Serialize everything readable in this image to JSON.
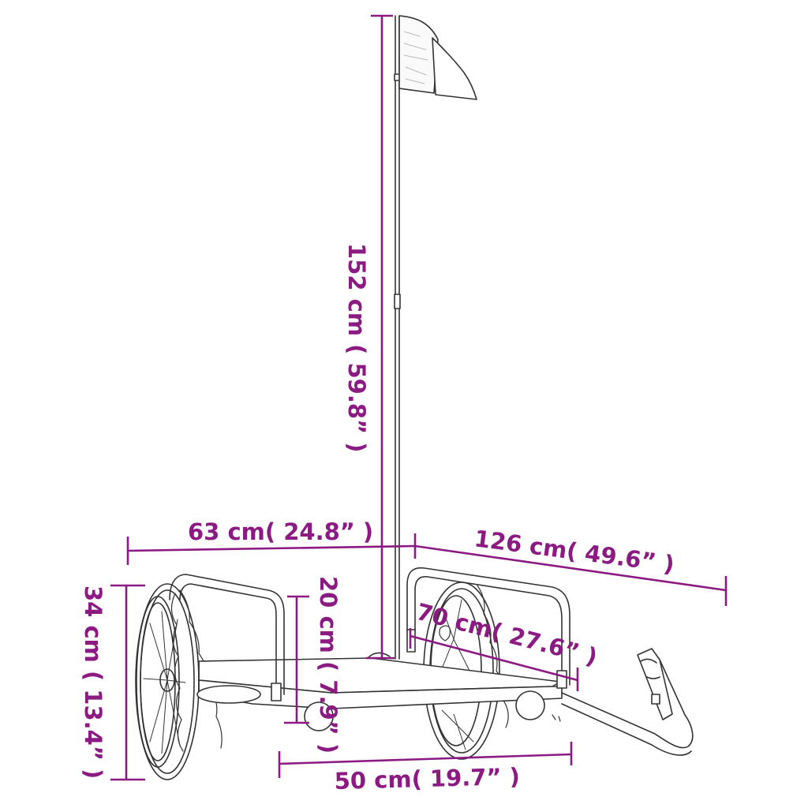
{
  "diagram": {
    "subject": "bike cargo trailer with flag",
    "colors": {
      "dimension": "#8B1A82",
      "line_art": "#333333",
      "background": "#ffffff"
    },
    "dimensions": {
      "flag_height": {
        "label": "152 cm ( 59.8” )",
        "orientation": "vertical"
      },
      "overall_width": {
        "label": "63 cm( 24.8” )",
        "orientation": "horizontal"
      },
      "overall_length": {
        "label": "126 cm( 49.6” )",
        "orientation": "diagonal"
      },
      "bed_length": {
        "label": "70 cm( 27.6” )",
        "orientation": "diagonal"
      },
      "overall_height": {
        "label": "34 cm ( 13.4” )",
        "orientation": "vertical"
      },
      "side_height": {
        "label": "20 cm ( 7.9” )",
        "orientation": "vertical"
      },
      "bed_width": {
        "label": "50 cm( 19.7” )",
        "orientation": "horizontal"
      }
    }
  }
}
